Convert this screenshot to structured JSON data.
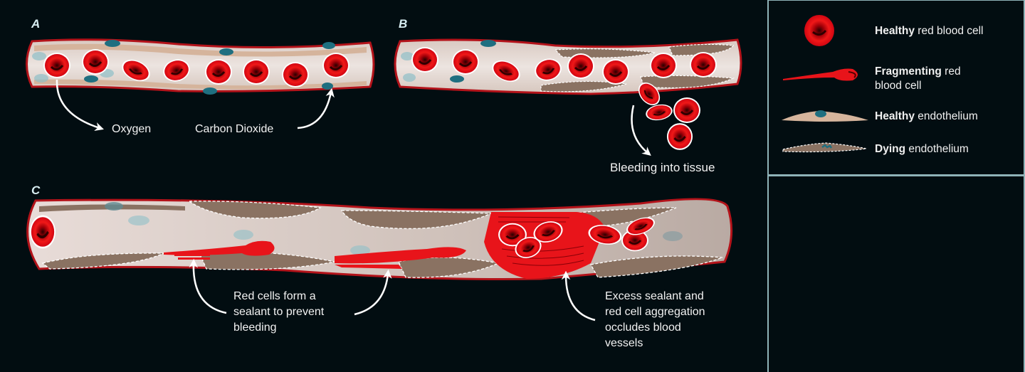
{
  "figure": {
    "panels": {
      "a": {
        "letter": "A",
        "labels": {
          "oxygen": "Oxygen",
          "carbon_dioxide": "Carbon Dioxide"
        }
      },
      "b": {
        "letter": "B",
        "labels": {
          "bleeding": "Bleeding into tissue"
        }
      },
      "c": {
        "letter": "C",
        "labels": {
          "sealant": [
            "Red cells form a",
            "sealant to prevent",
            "bleeding"
          ],
          "occlusion": [
            "Excess sealant and",
            "red cell aggregation",
            "occludes blood",
            "vessels"
          ]
        }
      }
    },
    "legend": {
      "items": [
        {
          "bold": "Healthy",
          "rest": " red blood cell",
          "icon": "healthy-rbc-icon"
        },
        {
          "bold": "Fragmenting",
          "rest": " red",
          "line2": "blood cell",
          "icon": "fragmenting-rbc-icon"
        },
        {
          "bold": "Healthy",
          "rest": " endothelium",
          "icon": "healthy-endothelium-icon"
        },
        {
          "bold": "Dying",
          "rest": " endothelium",
          "icon": "dying-endothelium-icon"
        }
      ]
    },
    "colors": {
      "background": "#020d11",
      "border": "#a8c8cc",
      "rbc": "#e8141a",
      "vessel_wall": "#b3131a",
      "lumen": "#ddd0cb",
      "endothelium": "#d5b49c",
      "dying_endothelium": "#8a7262",
      "nucleus": "#1f6f80"
    }
  }
}
